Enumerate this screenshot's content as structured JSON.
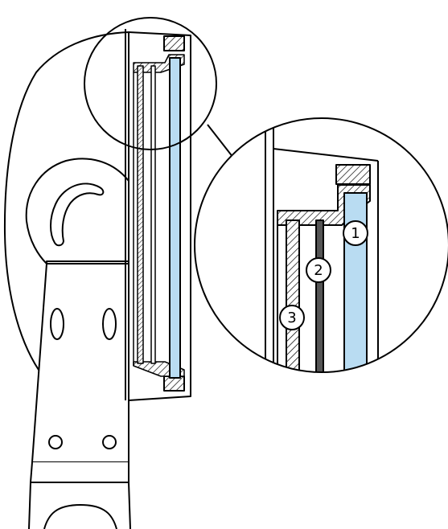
{
  "diagram": {
    "colors": {
      "line": "#000000",
      "glass": "#b9dcf2",
      "background": "#ffffff",
      "layer2": "#555555"
    },
    "callouts": [
      {
        "number": "1",
        "target": "blue-glass-panel"
      },
      {
        "number": "2",
        "target": "thin-dark-layer"
      },
      {
        "number": "3",
        "target": "hatched-layer"
      }
    ]
  }
}
